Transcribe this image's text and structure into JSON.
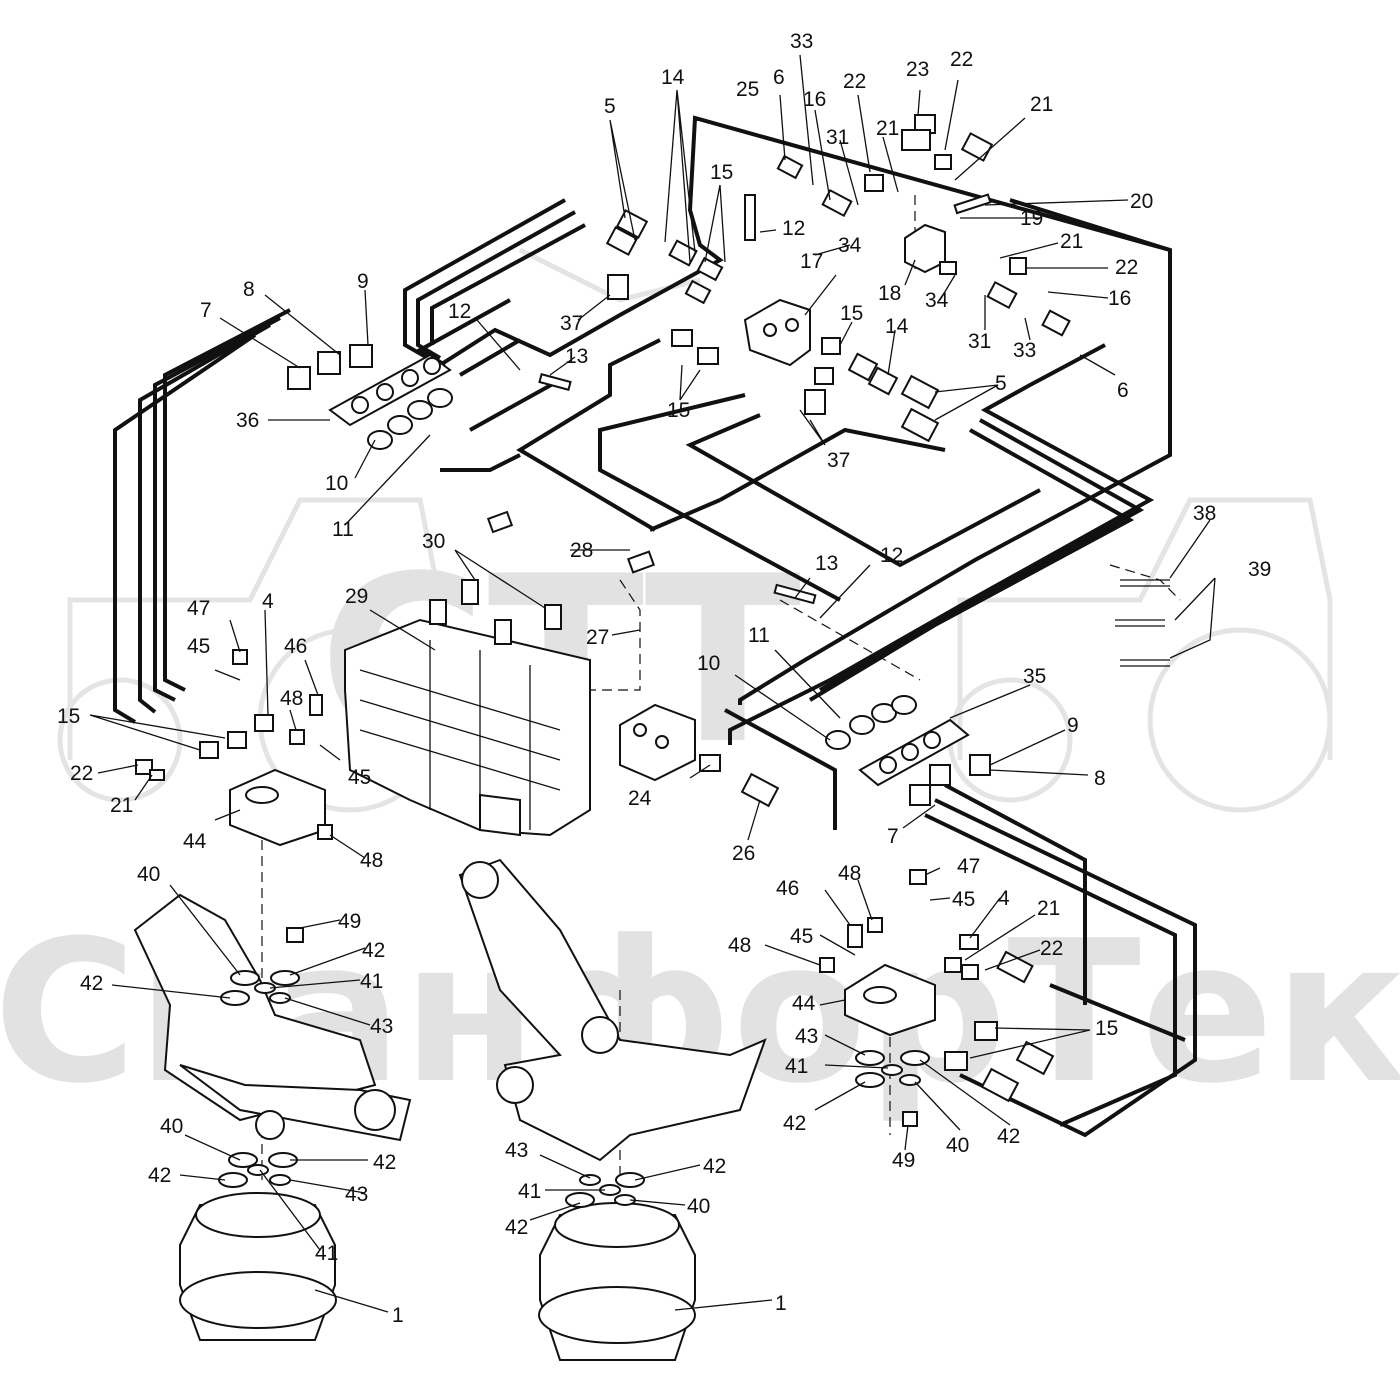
{
  "watermark": {
    "logo_text": "СТТ",
    "brand_text": "СканфорТек"
  },
  "callouts": [
    {
      "n": "1"
    },
    {
      "n": "1"
    },
    {
      "n": "4"
    },
    {
      "n": "4"
    },
    {
      "n": "5"
    },
    {
      "n": "5"
    },
    {
      "n": "6"
    },
    {
      "n": "6"
    },
    {
      "n": "7"
    },
    {
      "n": "7"
    },
    {
      "n": "8"
    },
    {
      "n": "8"
    },
    {
      "n": "9"
    },
    {
      "n": "9"
    },
    {
      "n": "10"
    },
    {
      "n": "10"
    },
    {
      "n": "11"
    },
    {
      "n": "11"
    },
    {
      "n": "12"
    },
    {
      "n": "12"
    },
    {
      "n": "12"
    },
    {
      "n": "13"
    },
    {
      "n": "13"
    },
    {
      "n": "14"
    },
    {
      "n": "14"
    },
    {
      "n": "15"
    },
    {
      "n": "15"
    },
    {
      "n": "15"
    },
    {
      "n": "15"
    },
    {
      "n": "15"
    },
    {
      "n": "16"
    },
    {
      "n": "16"
    },
    {
      "n": "17"
    },
    {
      "n": "18"
    },
    {
      "n": "19"
    },
    {
      "n": "20"
    },
    {
      "n": "21"
    },
    {
      "n": "21"
    },
    {
      "n": "21"
    },
    {
      "n": "21"
    },
    {
      "n": "21"
    },
    {
      "n": "22"
    },
    {
      "n": "22"
    },
    {
      "n": "22"
    },
    {
      "n": "22"
    },
    {
      "n": "22"
    },
    {
      "n": "23"
    },
    {
      "n": "24"
    },
    {
      "n": "25"
    },
    {
      "n": "26"
    },
    {
      "n": "27"
    },
    {
      "n": "28"
    },
    {
      "n": "29"
    },
    {
      "n": "30"
    },
    {
      "n": "31"
    },
    {
      "n": "31"
    },
    {
      "n": "33"
    },
    {
      "n": "33"
    },
    {
      "n": "34"
    },
    {
      "n": "34"
    },
    {
      "n": "35"
    },
    {
      "n": "36"
    },
    {
      "n": "37"
    },
    {
      "n": "37"
    },
    {
      "n": "38"
    },
    {
      "n": "39"
    },
    {
      "n": "40"
    },
    {
      "n": "40"
    },
    {
      "n": "40"
    },
    {
      "n": "40"
    },
    {
      "n": "41"
    },
    {
      "n": "41"
    },
    {
      "n": "41"
    },
    {
      "n": "41"
    },
    {
      "n": "42"
    },
    {
      "n": "42"
    },
    {
      "n": "42"
    },
    {
      "n": "42"
    },
    {
      "n": "42"
    },
    {
      "n": "42"
    },
    {
      "n": "42"
    },
    {
      "n": "42"
    },
    {
      "n": "43"
    },
    {
      "n": "43"
    },
    {
      "n": "43"
    },
    {
      "n": "43"
    },
    {
      "n": "44"
    },
    {
      "n": "44"
    },
    {
      "n": "45"
    },
    {
      "n": "45"
    },
    {
      "n": "45"
    },
    {
      "n": "45"
    },
    {
      "n": "46"
    },
    {
      "n": "46"
    },
    {
      "n": "47"
    },
    {
      "n": "47"
    },
    {
      "n": "48"
    },
    {
      "n": "48"
    },
    {
      "n": "48"
    },
    {
      "n": "48"
    },
    {
      "n": "49"
    },
    {
      "n": "49"
    }
  ]
}
